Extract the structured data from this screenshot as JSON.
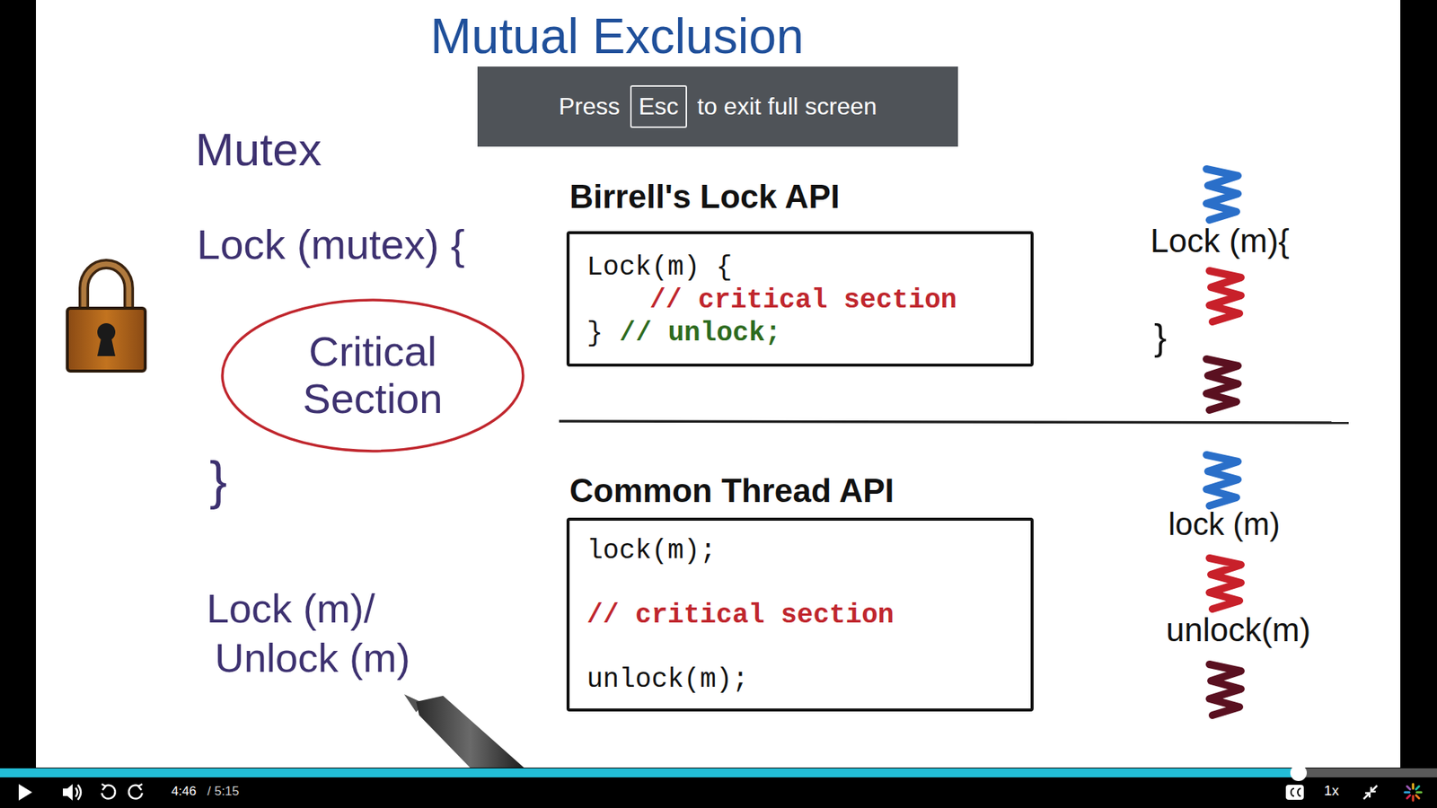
{
  "diagram": {
    "title": "Mutual Exclusion",
    "nodes": [
      {
        "text": [
          "Press",
          "to exit full screen"
        ]
      },
      {
        "text": [
          "Esc"
        ],
        "in": 0
      },
      {
        "text": [
          "Critical Section"
        ]
      },
      {
        "text": [
          "Birrell's Lock API",
          "Lock(m) {",
          "// critical section",
          "}",
          "// unlock;"
        ]
      },
      {
        "text": [
          "Common Thread API",
          "lock(m);",
          "// critical section",
          "unlock(m);"
        ]
      }
    ],
    "labels": [
      "Mutex",
      "Lock (mutex) {",
      "}",
      "Lock (m)/",
      "Unlock (m)",
      "Lock (m){",
      "}",
      "lock (m)",
      "unlock(m)",
      "4:46",
      "/ 5:15",
      "1x"
    ]
  }
}
